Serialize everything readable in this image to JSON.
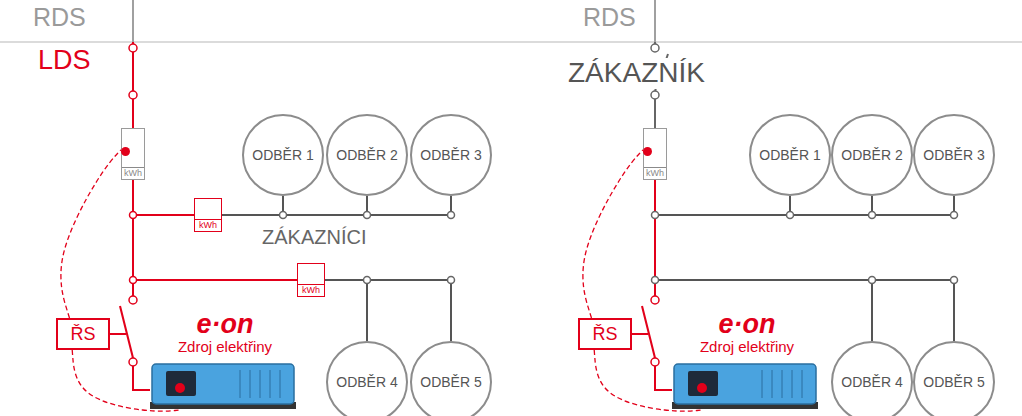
{
  "diagram": {
    "nodes": [
      {
        "text": [
          "kWh"
        ]
      },
      {
        "text": [
          "ODBĚR 1"
        ]
      },
      {
        "text": [
          "ODBĚR 2"
        ]
      },
      {
        "text": [
          "ODBĚR 3"
        ]
      },
      {
        "text": [
          "kWh"
        ]
      },
      {
        "text": [
          "kWh"
        ]
      },
      {
        "text": [
          "ODBĚR 4"
        ]
      },
      {
        "text": [
          "ODBĚR 5"
        ]
      },
      {
        "text": [
          "ŘS"
        ]
      },
      {
        "text": [
          "e·on",
          "Zdroj elektřiny"
        ]
      },
      {
        "text": [
          "kWh"
        ]
      },
      {
        "text": [
          "ODBĚR 1"
        ]
      },
      {
        "text": [
          "ODBĚR 2"
        ]
      },
      {
        "text": [
          "ODBĚR 3"
        ]
      },
      {
        "text": [
          "ODBĚR 4"
        ]
      },
      {
        "text": [
          "ODBĚR 5"
        ]
      },
      {
        "text": [
          "ŘS"
        ]
      },
      {
        "text": [
          "e·on",
          "Zdroj elektřiny"
        ]
      }
    ],
    "edges": [
      {
        "from": 0,
        "to": 4,
        "arrow": "none"
      },
      {
        "from": 0,
        "to": 5,
        "arrow": "none"
      },
      {
        "from": 4,
        "to": 1,
        "arrow": "none"
      },
      {
        "from": 4,
        "to": 2,
        "arrow": "none"
      },
      {
        "from": 4,
        "to": 3,
        "arrow": "none"
      },
      {
        "from": 5,
        "to": 6,
        "arrow": "none"
      },
      {
        "from": 5,
        "to": 7,
        "arrow": "none"
      },
      {
        "from": 0,
        "to": 9,
        "arrow": "none"
      },
      {
        "from": 8,
        "to": 0,
        "arrow": "none"
      },
      {
        "from": 8,
        "to": 9,
        "arrow": "none"
      },
      {
        "from": 10,
        "to": 11,
        "arrow": "none"
      },
      {
        "from": 10,
        "to": 12,
        "arrow": "none"
      },
      {
        "from": 10,
        "to": 13,
        "arrow": "none"
      },
      {
        "from": 10,
        "to": 14,
        "arrow": "none"
      },
      {
        "from": 10,
        "to": 15,
        "arrow": "none"
      },
      {
        "from": 10,
        "to": 17,
        "arrow": "none"
      },
      {
        "from": 16,
        "to": 10,
        "arrow": "none"
      },
      {
        "from": 16,
        "to": 17,
        "arrow": "none"
      }
    ],
    "labels": [
      "RDS",
      "LDS",
      "ZÁKAZNÍCI",
      "RDS",
      "ZÁKAZNÍK"
    ]
  }
}
